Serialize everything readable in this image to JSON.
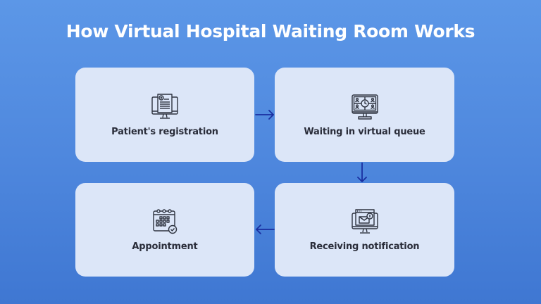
{
  "title": "How Virtual Hospital Waiting Room Works",
  "colors": {
    "background_top": "#5C97E7",
    "background_bottom": "#3F77D2",
    "card": "#DCE6F8",
    "text": "#2A2D3A",
    "icon_stroke": "#2F3440",
    "arrow": "#1A2FA0",
    "title": "#FFFFFF"
  },
  "steps": [
    {
      "label": "Patient's registration",
      "icon": "monitor-document-icon"
    },
    {
      "label": "Waiting in virtual queue",
      "icon": "monitor-queue-clock-icon"
    },
    {
      "label": "Receiving notification",
      "icon": "monitor-mail-notification-icon"
    },
    {
      "label": "Appointment",
      "icon": "calendar-check-icon"
    }
  ],
  "connections": [
    {
      "from": 0,
      "to": 1,
      "direction": "right"
    },
    {
      "from": 1,
      "to": 2,
      "direction": "down"
    },
    {
      "from": 2,
      "to": 3,
      "direction": "left"
    }
  ]
}
